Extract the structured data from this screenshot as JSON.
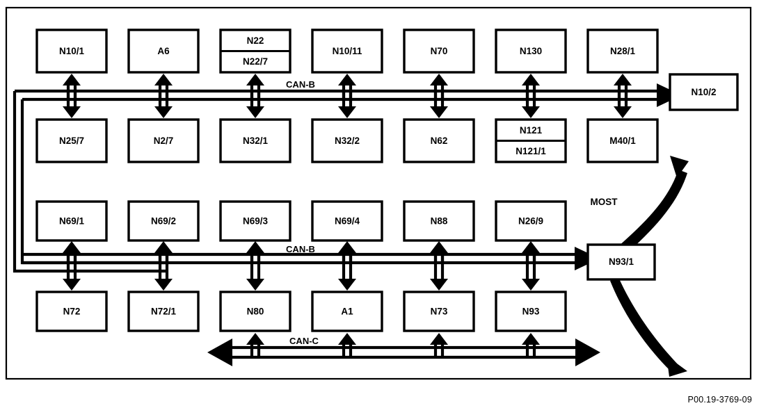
{
  "diagram": {
    "title_code": "P00.19-3769-09",
    "rows": {
      "row1": [
        {
          "id": "n10-1",
          "label": "N10/1"
        },
        {
          "id": "a6",
          "label": "A6"
        },
        {
          "id": "n22",
          "label": "N22",
          "label2": "N22/7",
          "split": true
        },
        {
          "id": "n10-11",
          "label": "N10/11"
        },
        {
          "id": "n70",
          "label": "N70"
        },
        {
          "id": "n130",
          "label": "N130"
        },
        {
          "id": "n28-1",
          "label": "N28/1"
        }
      ],
      "row2": [
        {
          "id": "n25-7",
          "label": "N25/7"
        },
        {
          "id": "n2-7",
          "label": "N2/7"
        },
        {
          "id": "n32-1",
          "label": "N32/1"
        },
        {
          "id": "n32-2",
          "label": "N32/2"
        },
        {
          "id": "n62",
          "label": "N62"
        },
        {
          "id": "n121",
          "label": "N121",
          "label2": "N121/1",
          "split": true
        },
        {
          "id": "m40-1",
          "label": "M40/1"
        }
      ],
      "row3": [
        {
          "id": "n69-1",
          "label": "N69/1"
        },
        {
          "id": "n69-2",
          "label": "N69/2"
        },
        {
          "id": "n69-3",
          "label": "N69/3"
        },
        {
          "id": "n69-4",
          "label": "N69/4"
        },
        {
          "id": "n88",
          "label": "N88"
        },
        {
          "id": "n26-9",
          "label": "N26/9"
        }
      ],
      "row4": [
        {
          "id": "n72",
          "label": "N72"
        },
        {
          "id": "n72-1",
          "label": "N72/1"
        },
        {
          "id": "n80",
          "label": "N80"
        },
        {
          "id": "a1",
          "label": "A1"
        },
        {
          "id": "n73",
          "label": "N73"
        },
        {
          "id": "n93",
          "label": "N93"
        }
      ]
    },
    "gateways": [
      {
        "id": "n10-2",
        "label": "N10/2"
      },
      {
        "id": "n93-1",
        "label": "N93/1"
      }
    ],
    "bus_labels": {
      "can_b_upper": "CAN-B",
      "can_b_lower": "CAN-B",
      "can_c": "CAN-C",
      "most": "MOST"
    },
    "colors": {
      "line": "#000000",
      "background": "#ffffff",
      "box_fill": "#ffffff"
    }
  }
}
